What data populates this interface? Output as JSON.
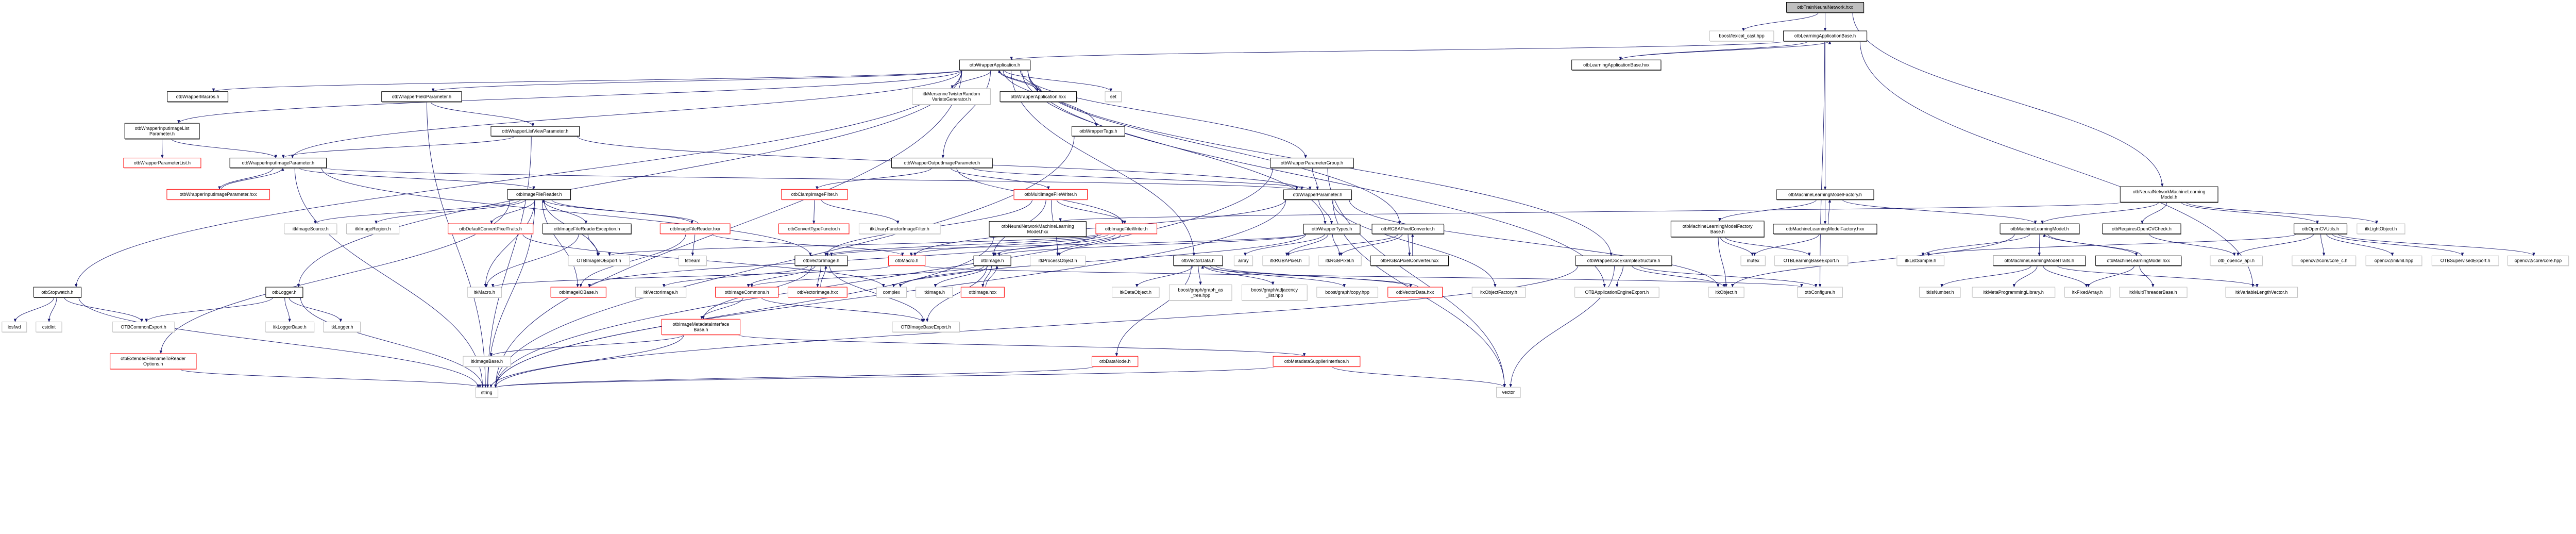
{
  "colors": {
    "edge": "#191970",
    "root_fill": "#bfbfbf",
    "documented_border": "#000000",
    "external_border": "#bfbfbf",
    "undocumented_border": "#ff0000"
  },
  "graph": {
    "nodes": [
      {
        "lines": [
          "otbTrainNeuralNetwork.hxx"
        ],
        "status": "root"
      },
      {
        "lines": [
          "boost/lexical_cast.hpp"
        ],
        "status": "external"
      },
      {
        "lines": [
          "otbLearningApplicationBase.h"
        ],
        "status": "documented"
      },
      {
        "lines": [
          "otbWrapperApplication.h"
        ],
        "status": "documented"
      },
      {
        "lines": [
          "otbLearningApplicationBase.hxx"
        ],
        "status": "documented"
      },
      {
        "lines": [
          "otbWrapperMacros.h"
        ],
        "status": "documented"
      },
      {
        "lines": [
          "otbWrapperFieldParameter.h"
        ],
        "status": "documented"
      },
      {
        "lines": [
          "itkMersenneTwisterRandom",
          "VariateGenerator.h"
        ],
        "status": "external"
      },
      {
        "lines": [
          "otbWrapperApplication.hxx"
        ],
        "status": "documented"
      },
      {
        "lines": [
          "set"
        ],
        "status": "external"
      },
      {
        "lines": [
          "otbWrapperInputImageList",
          "Parameter.h"
        ],
        "status": "documented"
      },
      {
        "lines": [
          "otbWrapperListViewParameter.h"
        ],
        "status": "documented"
      },
      {
        "lines": [
          "otbWrapperTags.h"
        ],
        "status": "documented"
      },
      {
        "lines": [
          "otbWrapperParameterList.h"
        ],
        "status": "undocumented"
      },
      {
        "lines": [
          "otbWrapperInputImageParameter.h"
        ],
        "status": "documented"
      },
      {
        "lines": [
          "otbWrapperOutputImageParameter.h"
        ],
        "status": "documented"
      },
      {
        "lines": [
          "otbWrapperParameterGroup.h"
        ],
        "status": "documented"
      },
      {
        "lines": [
          "otbWrapperInputImageParameter.hxx"
        ],
        "status": "undocumented"
      },
      {
        "lines": [
          "otbImageFileReader.h"
        ],
        "status": "documented"
      },
      {
        "lines": [
          "otbClampImageFilter.h"
        ],
        "status": "undocumented"
      },
      {
        "lines": [
          "otbMultiImageFileWriter.h"
        ],
        "status": "undocumented"
      },
      {
        "lines": [
          "otbWrapperParameter.h"
        ],
        "status": "documented"
      },
      {
        "lines": [
          "otbMachineLearningModelFactory.h"
        ],
        "status": "documented"
      },
      {
        "lines": [
          "otbNeuralNetworkMachineLearning",
          "Model.h"
        ],
        "status": "documented"
      },
      {
        "lines": [
          "itkImageSource.h"
        ],
        "status": "external"
      },
      {
        "lines": [
          "itkImageRegion.h"
        ],
        "status": "external"
      },
      {
        "lines": [
          "otbDefaultConvertPixelTraits.h"
        ],
        "status": "undocumented"
      },
      {
        "lines": [
          "otbImageFileReaderException.h"
        ],
        "status": "documented"
      },
      {
        "lines": [
          "otbImageFileReader.hxx"
        ],
        "status": "undocumented"
      },
      {
        "lines": [
          "otbConvertTypeFunctor.h"
        ],
        "status": "undocumented"
      },
      {
        "lines": [
          "itkUnaryFunctorImageFilter.h"
        ],
        "status": "external"
      },
      {
        "lines": [
          "otbNeuralNetworkMachineLearning",
          "Model.hxx"
        ],
        "status": "documented"
      },
      {
        "lines": [
          "otbImageFileWriter.h"
        ],
        "status": "undocumented"
      },
      {
        "lines": [
          "otbWrapperTypes.h"
        ],
        "status": "documented"
      },
      {
        "lines": [
          "otbRGBAPixelConverter.h"
        ],
        "status": "documented"
      },
      {
        "lines": [
          "otbMachineLearningModelFactory",
          "Base.h"
        ],
        "status": "documented"
      },
      {
        "lines": [
          "otbMachineLearningModelFactory.hxx"
        ],
        "status": "documented"
      },
      {
        "lines": [
          "otbMachineLearningModel.h"
        ],
        "status": "documented"
      },
      {
        "lines": [
          "otbRequiresOpenCVCheck.h"
        ],
        "status": "documented"
      },
      {
        "lines": [
          "otbOpenCVUtils.h"
        ],
        "status": "documented"
      },
      {
        "lines": [
          "itkLightObject.h"
        ],
        "status": "external"
      },
      {
        "lines": [
          "OTBImageIOExport.h"
        ],
        "status": "external"
      },
      {
        "lines": [
          "fstream"
        ],
        "status": "external"
      },
      {
        "lines": [
          "otbVectorImage.h"
        ],
        "status": "documented"
      },
      {
        "lines": [
          "otbMacro.h"
        ],
        "status": "undocumented"
      },
      {
        "lines": [
          "otbImage.h"
        ],
        "status": "documented"
      },
      {
        "lines": [
          "itkProcessObject.h"
        ],
        "status": "external"
      },
      {
        "lines": [
          "otbVectorData.h"
        ],
        "status": "documented"
      },
      {
        "lines": [
          "array"
        ],
        "status": "external"
      },
      {
        "lines": [
          "itkRGBAPixel.h"
        ],
        "status": "external"
      },
      {
        "lines": [
          "itkRGBPixel.h"
        ],
        "status": "external"
      },
      {
        "lines": [
          "otbRGBAPixelConverter.hxx"
        ],
        "status": "documented"
      },
      {
        "lines": [
          "otbWrapperDocExampleStructure.h"
        ],
        "status": "documented"
      },
      {
        "lines": [
          "mutex"
        ],
        "status": "external"
      },
      {
        "lines": [
          "OTBLearningBaseExport.h"
        ],
        "status": "external"
      },
      {
        "lines": [
          "itkListSample.h"
        ],
        "status": "external"
      },
      {
        "lines": [
          "otbMachineLearningModelTraits.h"
        ],
        "status": "documented"
      },
      {
        "lines": [
          "otbMachineLearningModel.hxx"
        ],
        "status": "documented"
      },
      {
        "lines": [
          "otb_opencv_api.h"
        ],
        "status": "external"
      },
      {
        "lines": [
          "opencv2/core/core_c.h"
        ],
        "status": "external"
      },
      {
        "lines": [
          "opencv2/ml/ml.hpp"
        ],
        "status": "external"
      },
      {
        "lines": [
          "OTBSupervisedExport.h"
        ],
        "status": "external"
      },
      {
        "lines": [
          "opencv2/core/core.hpp"
        ],
        "status": "external"
      },
      {
        "lines": [
          "otbStopwatch.h"
        ],
        "status": "documented"
      },
      {
        "lines": [
          "otbLogger.h"
        ],
        "status": "documented"
      },
      {
        "lines": [
          "itkMacro.h"
        ],
        "status": "external"
      },
      {
        "lines": [
          "otbImageIOBase.h"
        ],
        "status": "undocumented"
      },
      {
        "lines": [
          "itkVectorImage.h"
        ],
        "status": "external"
      },
      {
        "lines": [
          "otbImageCommons.h"
        ],
        "status": "undocumented"
      },
      {
        "lines": [
          "otbVectorImage.hxx"
        ],
        "status": "undocumented"
      },
      {
        "lines": [
          "complex"
        ],
        "status": "external"
      },
      {
        "lines": [
          "itkImage.h"
        ],
        "status": "external"
      },
      {
        "lines": [
          "otbImage.hxx"
        ],
        "status": "undocumented"
      },
      {
        "lines": [
          "itkDataObject.h"
        ],
        "status": "external"
      },
      {
        "lines": [
          "boost/graph/graph_as",
          "_tree.hpp"
        ],
        "status": "external"
      },
      {
        "lines": [
          "boost/graph/adjacency",
          "_list.hpp"
        ],
        "status": "external"
      },
      {
        "lines": [
          "boost/graph/copy.hpp"
        ],
        "status": "external"
      },
      {
        "lines": [
          "otbVectorData.hxx"
        ],
        "status": "undocumented"
      },
      {
        "lines": [
          "itkObjectFactory.h"
        ],
        "status": "external"
      },
      {
        "lines": [
          "OTBApplicationEngineExport.h"
        ],
        "status": "external"
      },
      {
        "lines": [
          "itkObject.h"
        ],
        "status": "external"
      },
      {
        "lines": [
          "otbConfigure.h"
        ],
        "status": "external"
      },
      {
        "lines": [
          "itkIsNumber.h"
        ],
        "status": "external"
      },
      {
        "lines": [
          "itkMetaProgrammingLibrary.h"
        ],
        "status": "external"
      },
      {
        "lines": [
          "itkFixedArray.h"
        ],
        "status": "external"
      },
      {
        "lines": [
          "itkMultiThreaderBase.h"
        ],
        "status": "external"
      },
      {
        "lines": [
          "itkVariableLengthVector.h"
        ],
        "status": "external"
      },
      {
        "lines": [
          "iosfwd"
        ],
        "status": "external"
      },
      {
        "lines": [
          "cstdint"
        ],
        "status": "external"
      },
      {
        "lines": [
          "OTBCommonExport.h"
        ],
        "status": "external"
      },
      {
        "lines": [
          "itkLoggerBase.h"
        ],
        "status": "external"
      },
      {
        "lines": [
          "itkLogger.h"
        ],
        "status": "external"
      },
      {
        "lines": [
          "otbImageMetadataInterface",
          "Base.h"
        ],
        "status": "undocumented"
      },
      {
        "lines": [
          "OTBImageBaseExport.h"
        ],
        "status": "external"
      },
      {
        "lines": [
          "otbExtendedFilenameToReader",
          "Options.h"
        ],
        "status": "undocumented"
      },
      {
        "lines": [
          "itkImageBase.h"
        ],
        "status": "external"
      },
      {
        "lines": [
          "otbDataNode.h"
        ],
        "status": "undocumented"
      },
      {
        "lines": [
          "otbMetadataSupplierInterface.h"
        ],
        "status": "undocumented"
      },
      {
        "lines": [
          "string"
        ],
        "status": "external"
      },
      {
        "lines": [
          "vector"
        ],
        "status": "external"
      }
    ],
    "edges": [
      [
        0,
        1
      ],
      [
        0,
        2
      ],
      [
        0,
        23
      ],
      [
        2,
        3
      ],
      [
        2,
        4
      ],
      [
        4,
        2
      ],
      [
        2,
        22
      ],
      [
        2,
        81
      ],
      [
        2,
        86
      ],
      [
        3,
        5
      ],
      [
        3,
        6
      ],
      [
        3,
        10
      ],
      [
        3,
        7
      ],
      [
        3,
        8
      ],
      [
        8,
        3
      ],
      [
        3,
        9
      ],
      [
        3,
        12
      ],
      [
        3,
        15
      ],
      [
        3,
        16
      ],
      [
        3,
        14
      ],
      [
        3,
        63
      ],
      [
        3,
        64
      ],
      [
        3,
        33
      ],
      [
        3,
        34
      ],
      [
        3,
        52
      ],
      [
        3,
        79
      ],
      [
        3,
        98
      ],
      [
        3,
        47
      ],
      [
        6,
        11
      ],
      [
        6,
        98
      ],
      [
        11,
        14
      ],
      [
        11,
        21
      ],
      [
        11,
        98
      ],
      [
        10,
        13
      ],
      [
        10,
        14
      ],
      [
        14,
        17
      ],
      [
        17,
        14
      ],
      [
        14,
        18
      ],
      [
        14,
        21
      ],
      [
        14,
        43
      ],
      [
        14,
        98
      ],
      [
        15,
        20
      ],
      [
        15,
        21
      ],
      [
        15,
        19
      ],
      [
        15,
        32
      ],
      [
        12,
        98
      ],
      [
        16,
        21
      ],
      [
        16,
        99
      ],
      [
        16,
        98
      ],
      [
        21,
        33
      ],
      [
        21,
        78
      ],
      [
        21,
        44
      ],
      [
        21,
        98
      ],
      [
        21,
        99
      ],
      [
        21,
        80
      ],
      [
        18,
        24
      ],
      [
        18,
        25
      ],
      [
        18,
        26
      ],
      [
        18,
        27
      ],
      [
        18,
        28
      ],
      [
        28,
        18
      ],
      [
        18,
        41
      ],
      [
        18,
        94
      ],
      [
        18,
        98
      ],
      [
        18,
        66
      ],
      [
        18,
        65
      ],
      [
        27,
        41
      ],
      [
        27,
        65
      ],
      [
        28,
        42
      ],
      [
        28,
        44
      ],
      [
        28,
        66
      ],
      [
        26,
        70
      ],
      [
        19,
        29
      ],
      [
        19,
        30
      ],
      [
        20,
        32
      ],
      [
        20,
        43
      ],
      [
        20,
        45
      ],
      [
        20,
        46
      ],
      [
        32,
        46
      ],
      [
        32,
        45
      ],
      [
        32,
        43
      ],
      [
        32,
        41
      ],
      [
        32,
        44
      ],
      [
        32,
        66
      ],
      [
        23,
        31
      ],
      [
        31,
        98
      ],
      [
        43,
        67
      ],
      [
        43,
        68
      ],
      [
        43,
        69
      ],
      [
        69,
        43
      ],
      [
        43,
        93
      ],
      [
        43,
        92
      ],
      [
        45,
        68
      ],
      [
        45,
        71
      ],
      [
        45,
        72
      ],
      [
        72,
        45
      ],
      [
        45,
        70
      ],
      [
        45,
        93
      ],
      [
        68,
        92
      ],
      [
        68,
        93
      ],
      [
        92,
        98
      ],
      [
        92,
        97
      ],
      [
        92,
        95
      ],
      [
        97,
        99
      ],
      [
        97,
        98
      ],
      [
        47,
        73
      ],
      [
        47,
        74
      ],
      [
        47,
        75
      ],
      [
        47,
        76
      ],
      [
        47,
        77
      ],
      [
        77,
        47
      ],
      [
        47,
        96
      ],
      [
        96,
        98
      ],
      [
        33,
        48
      ],
      [
        33,
        49
      ],
      [
        33,
        50
      ],
      [
        33,
        43
      ],
      [
        33,
        45
      ],
      [
        33,
        70
      ],
      [
        34,
        49
      ],
      [
        34,
        50
      ],
      [
        34,
        51
      ],
      [
        51,
        34
      ],
      [
        52,
        80
      ],
      [
        52,
        81
      ],
      [
        52,
        98
      ],
      [
        52,
        99
      ],
      [
        52,
        79
      ],
      [
        22,
        35
      ],
      [
        22,
        36
      ],
      [
        36,
        22
      ],
      [
        22,
        37
      ],
      [
        35,
        53
      ],
      [
        35,
        54
      ],
      [
        35,
        80
      ],
      [
        36,
        53
      ],
      [
        23,
        37
      ],
      [
        23,
        38
      ],
      [
        23,
        39
      ],
      [
        23,
        40
      ],
      [
        37,
        55
      ],
      [
        37,
        56
      ],
      [
        37,
        57
      ],
      [
        57,
        37
      ],
      [
        37,
        80
      ],
      [
        56,
        82
      ],
      [
        56,
        83
      ],
      [
        56,
        84
      ],
      [
        56,
        86
      ],
      [
        57,
        85
      ],
      [
        57,
        84
      ],
      [
        38,
        58
      ],
      [
        39,
        55
      ],
      [
        39,
        58
      ],
      [
        39,
        59
      ],
      [
        39,
        60
      ],
      [
        39,
        61
      ],
      [
        39,
        62
      ],
      [
        63,
        87
      ],
      [
        63,
        88
      ],
      [
        63,
        89
      ],
      [
        63,
        98
      ],
      [
        64,
        89
      ],
      [
        64,
        90
      ],
      [
        64,
        91
      ],
      [
        64,
        98
      ],
      [
        94,
        98
      ],
      [
        44,
        65
      ],
      [
        44,
        81
      ]
    ]
  }
}
